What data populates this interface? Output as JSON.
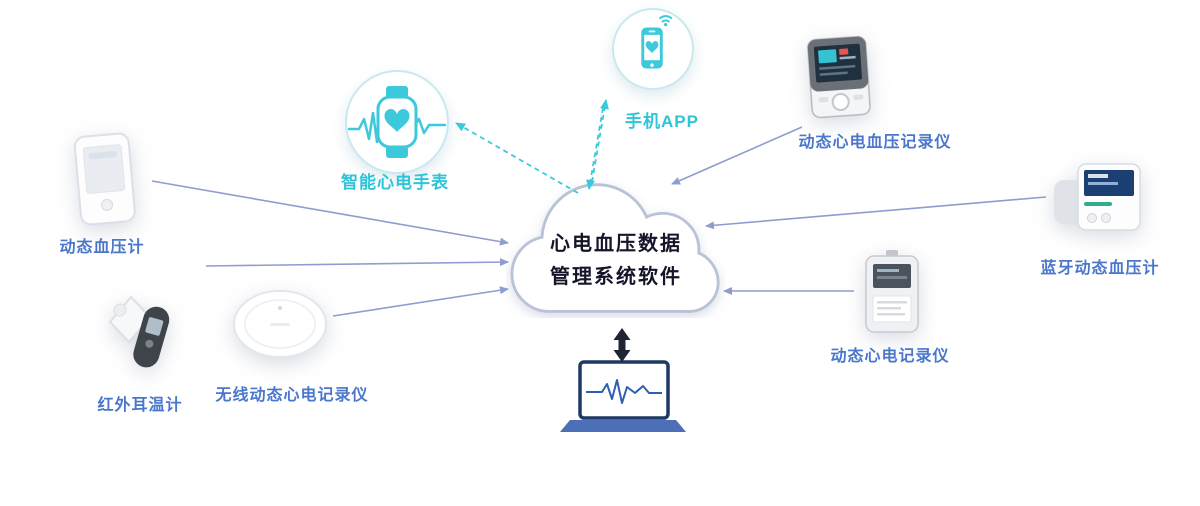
{
  "cloud": {
    "line1": "心电血压数据",
    "line2": "管理系统软件"
  },
  "labels": {
    "watch": "智能心电手表",
    "phone": "手机APP",
    "ecg_bp_recorder": "动态心电血压记录仪",
    "bp_monitor": "蓝牙动态血压计",
    "holter": "动态心电记录仪",
    "bp_meter": "动态血压计",
    "ear_thermometer": "红外耳温计",
    "ecg_patch": "无线动态心电记录仪"
  },
  "icons": {
    "watch": "smartwatch-icon",
    "phone": "smartphone-icon",
    "cloud": "cloud-shape",
    "laptop": "laptop-icon"
  },
  "colors": {
    "accent_cyan": "#3cc9dc",
    "label_blue": "#4a77cc",
    "arrow_blue": "#8f9ccf",
    "dark_arrow": "#1d2434"
  }
}
